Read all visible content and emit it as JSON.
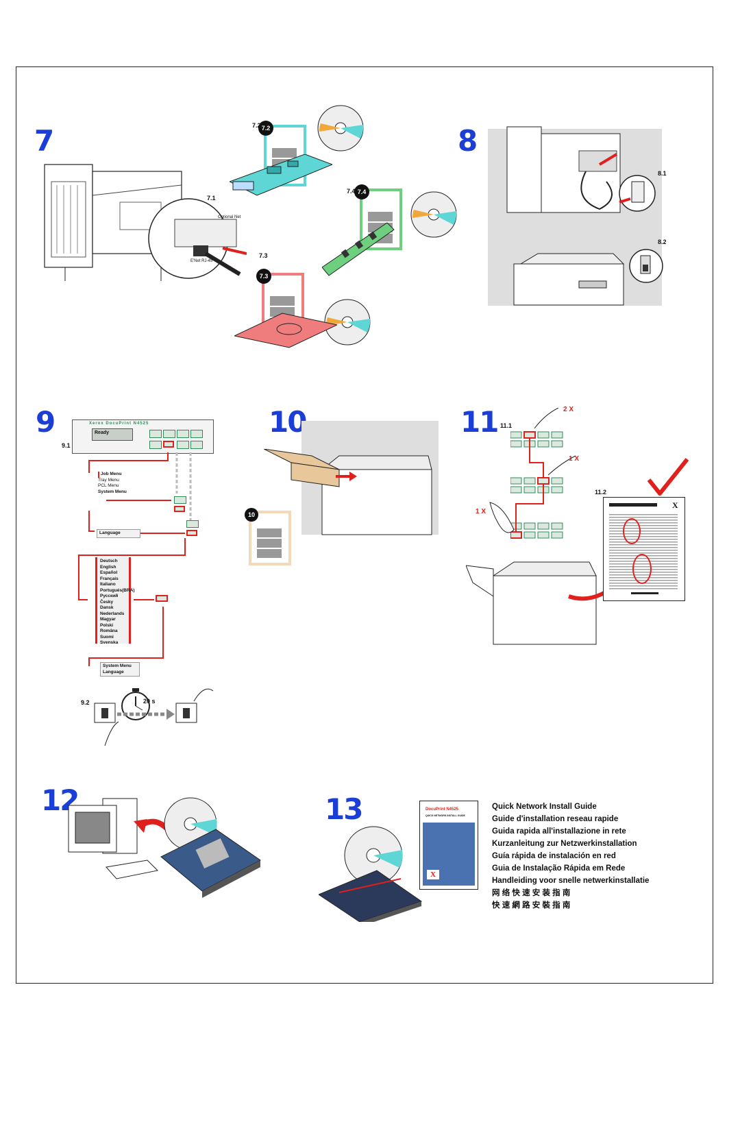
{
  "steps": {
    "s7": "7",
    "s8": "8",
    "s9": "9",
    "s10": "10",
    "s11": "11",
    "s12": "12",
    "s13": "13"
  },
  "callouts": {
    "c7_1": "7.1",
    "c7_2": "7.2",
    "c7_3": "7.3",
    "c7_4": "7.4",
    "c8_1": "8.1",
    "c8_2": "8.2",
    "c9_1": "9.1",
    "c9_2": "9.2",
    "c11_1": "11.1",
    "c11_2": "11.2",
    "badge7_2": "7.2",
    "badge7_3": "7.3",
    "badge7_4": "7.4",
    "badge10": "10"
  },
  "step7": {
    "port_label": "Optional Net",
    "ethernet_label": "E'Net RJ-45"
  },
  "panel": {
    "brand": "Xerox DocuPrint N4525",
    "display": "Ready"
  },
  "menus": {
    "job": "Job Menu",
    "tray": "Tray Menu",
    "pcl": "PCL Menu",
    "system": "System Menu",
    "language": "Language",
    "languages": [
      "Deutsch",
      "English",
      "Español",
      "Français",
      "Italiano",
      "Portugués(BRA)",
      "Русский",
      "Česky",
      "Dansk",
      "Nederlands",
      "Magyar",
      "Polski",
      "Româna",
      "Suomi",
      "Svenska"
    ],
    "result_line1": "System Menu",
    "result_line2": "Language"
  },
  "timer": "20 s",
  "step11": {
    "press_2x": "2 X",
    "press_1x_a": "1 X",
    "press_1x_b": "1 X"
  },
  "guide_titles": [
    "Quick Network Install Guide",
    "Guide d'installation reseau rapide",
    "Guida rapida all'installazione in rete",
    "Kurzanleitung zur Netzwerkinstallation",
    "Guía rápida de instalación en red",
    "Guia de Instalação Rápida em Rede",
    "Handleiding voor snelle netwerkinstallatie",
    "网 络 快 速 安 装 指 南",
    "快 速 網 路 安 裝 指 南"
  ],
  "book": {
    "title": "DocuPrint N4525",
    "subtitle": "QUICK NETWORK INSTALL GUIDE",
    "logo": "X"
  },
  "colors": {
    "step_blue": "#1b3fd6",
    "accent_red": "#e0201c",
    "cyan_card": "#5fd6d6",
    "green_card": "#6ecf7e",
    "red_card": "#f07d7d",
    "panel_green": "#2f8a5a"
  }
}
